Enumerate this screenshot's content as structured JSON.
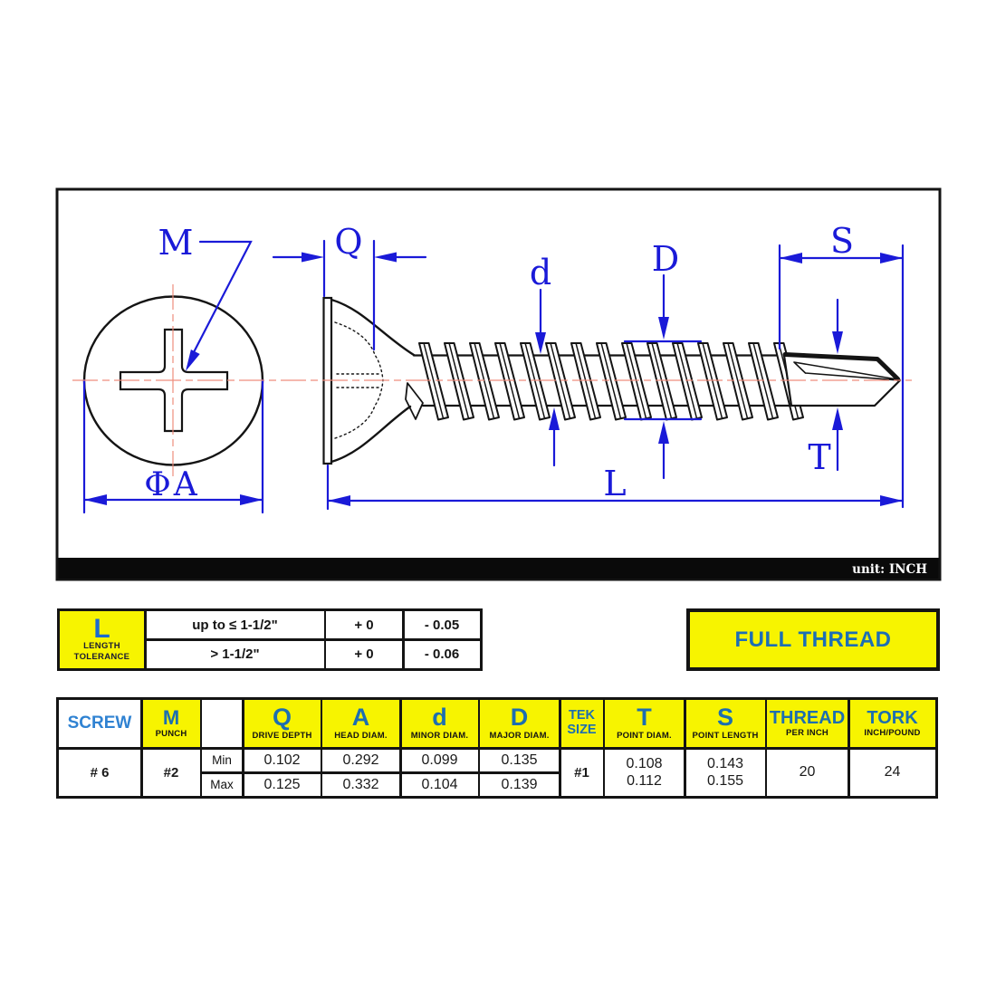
{
  "drawing": {
    "unit_label": "unit: INCH",
    "dim_labels": {
      "head_recess": "M",
      "drive_depth": "Q",
      "head_diameter": "ΦA",
      "minor_diameter": "d",
      "major_diameter": "D",
      "point_length": "S",
      "point_diameter": "T",
      "overall_length": "L"
    },
    "colors": {
      "dimension_blue": "#1a1ad8",
      "centerline_red": "#ee8877",
      "table_yellow": "#f7f400",
      "header_blue": "#1d6eb0"
    }
  },
  "tolerance_table": {
    "symbol": "L",
    "caption_line1": "LENGTH",
    "caption_line2": "TOLERANCE",
    "rows": [
      {
        "range": "up to ≤ 1-1/2\"",
        "plus": "+ 0",
        "minus": "- 0.05"
      },
      {
        "range": "> 1-1/2\"",
        "plus": "+ 0",
        "minus": "- 0.06"
      }
    ]
  },
  "full_thread": {
    "label": "FULL THREAD"
  },
  "spec_table": {
    "headers": {
      "screw": "SCREW",
      "m": "M",
      "m_sub": "PUNCH",
      "q": "Q",
      "q_sub": "DRIVE DEPTH",
      "a": "A",
      "a_sub": "HEAD DIAM.",
      "d_minor": "d",
      "d_minor_sub": "MINOR DIAM.",
      "d_major": "D",
      "d_major_sub": "MAJOR DIAM.",
      "tek_line1": "TEK",
      "tek_line2": "SIZE",
      "t": "T",
      "t_sub": "POINT DIAM.",
      "s": "S",
      "s_sub": "POINT LENGTH",
      "thread": "THREAD",
      "thread_sub": "PER INCH",
      "tork": "TORK",
      "tork_sub": "INCH/POUND"
    },
    "row_labels": {
      "min": "Min",
      "max": "Max"
    },
    "values": {
      "screw": "# 6",
      "punch": "#2",
      "q_min": "0.102",
      "q_max": "0.125",
      "a_min": "0.292",
      "a_max": "0.332",
      "d_minor_min": "0.099",
      "d_minor_max": "0.104",
      "d_major_min": "0.135",
      "d_major_max": "0.139",
      "tek_size": "#1",
      "t_min": "0.108",
      "t_max": "0.112",
      "s_min": "0.143",
      "s_max": "0.155",
      "thread_per_inch": "20",
      "tork": "24"
    }
  }
}
